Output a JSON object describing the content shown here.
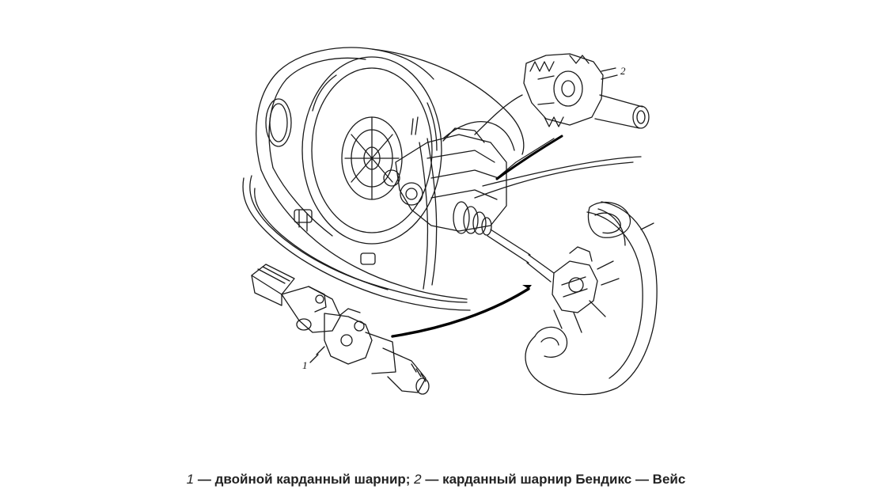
{
  "figure": {
    "labels": {
      "part1": "1",
      "part2": "2"
    }
  },
  "caption": {
    "num1": "1",
    "text1": " — двойной карданный шарнир; ",
    "num2": "2",
    "text2": " — карданный шарнир Бендикс — Вейс"
  }
}
